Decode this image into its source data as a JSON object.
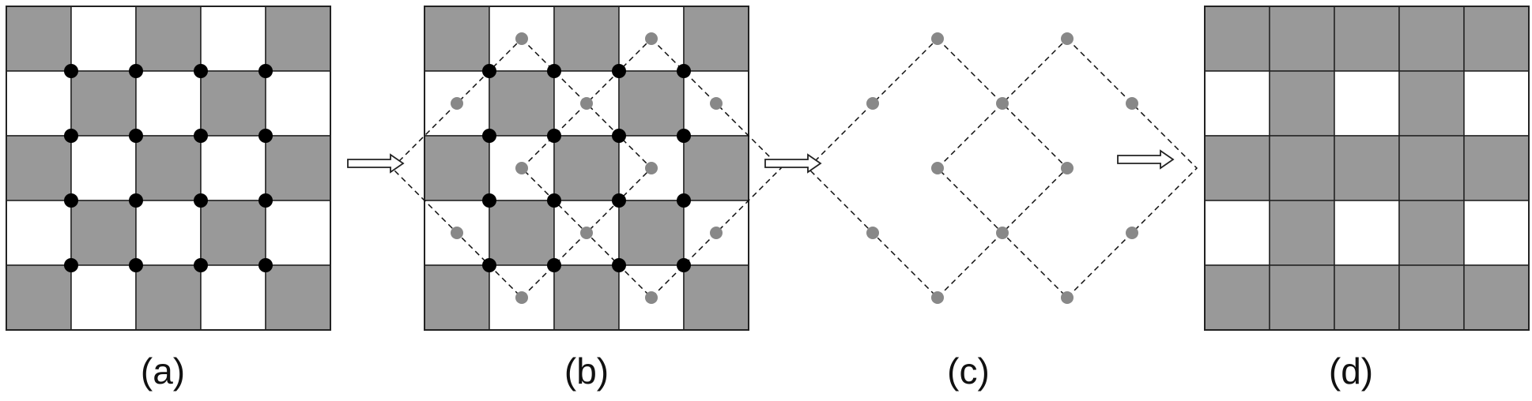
{
  "colors": {
    "filled_cell": "#999999",
    "empty_cell": "#ffffff",
    "grid_line": "#222222",
    "black_dot": "#000000",
    "gray_dot": "#888888",
    "dashed_line": "#111111",
    "arrow_stroke": "#222222"
  },
  "panels": [
    {
      "label": "(a)",
      "kind": "grid",
      "rows": [
        [
          1,
          0,
          1,
          0,
          1
        ],
        [
          0,
          1,
          0,
          1,
          0
        ],
        [
          1,
          0,
          1,
          0,
          1
        ],
        [
          0,
          1,
          0,
          1,
          0
        ],
        [
          1,
          0,
          1,
          0,
          1
        ]
      ],
      "show_black_dots": true,
      "show_gray_lattice": false
    },
    {
      "label": "(b)",
      "kind": "grid",
      "rows": [
        [
          1,
          0,
          1,
          0,
          1
        ],
        [
          0,
          1,
          0,
          1,
          0
        ],
        [
          1,
          0,
          1,
          0,
          1
        ],
        [
          0,
          1,
          0,
          1,
          0
        ],
        [
          1,
          0,
          1,
          0,
          1
        ]
      ],
      "show_black_dots": true,
      "show_gray_lattice": true
    },
    {
      "label": "(c)",
      "kind": "lattice",
      "show_black_dots": false,
      "show_gray_lattice": true
    },
    {
      "label": "(d)",
      "kind": "grid",
      "rows": [
        [
          1,
          1,
          1,
          1,
          1
        ],
        [
          0,
          1,
          0,
          1,
          0
        ],
        [
          1,
          1,
          1,
          1,
          1
        ],
        [
          0,
          1,
          0,
          1,
          0
        ],
        [
          1,
          1,
          1,
          1,
          1
        ]
      ],
      "show_black_dots": false,
      "show_gray_lattice": false
    }
  ],
  "arrow_icon": "right-arrow-icon",
  "arrow_count": 3
}
